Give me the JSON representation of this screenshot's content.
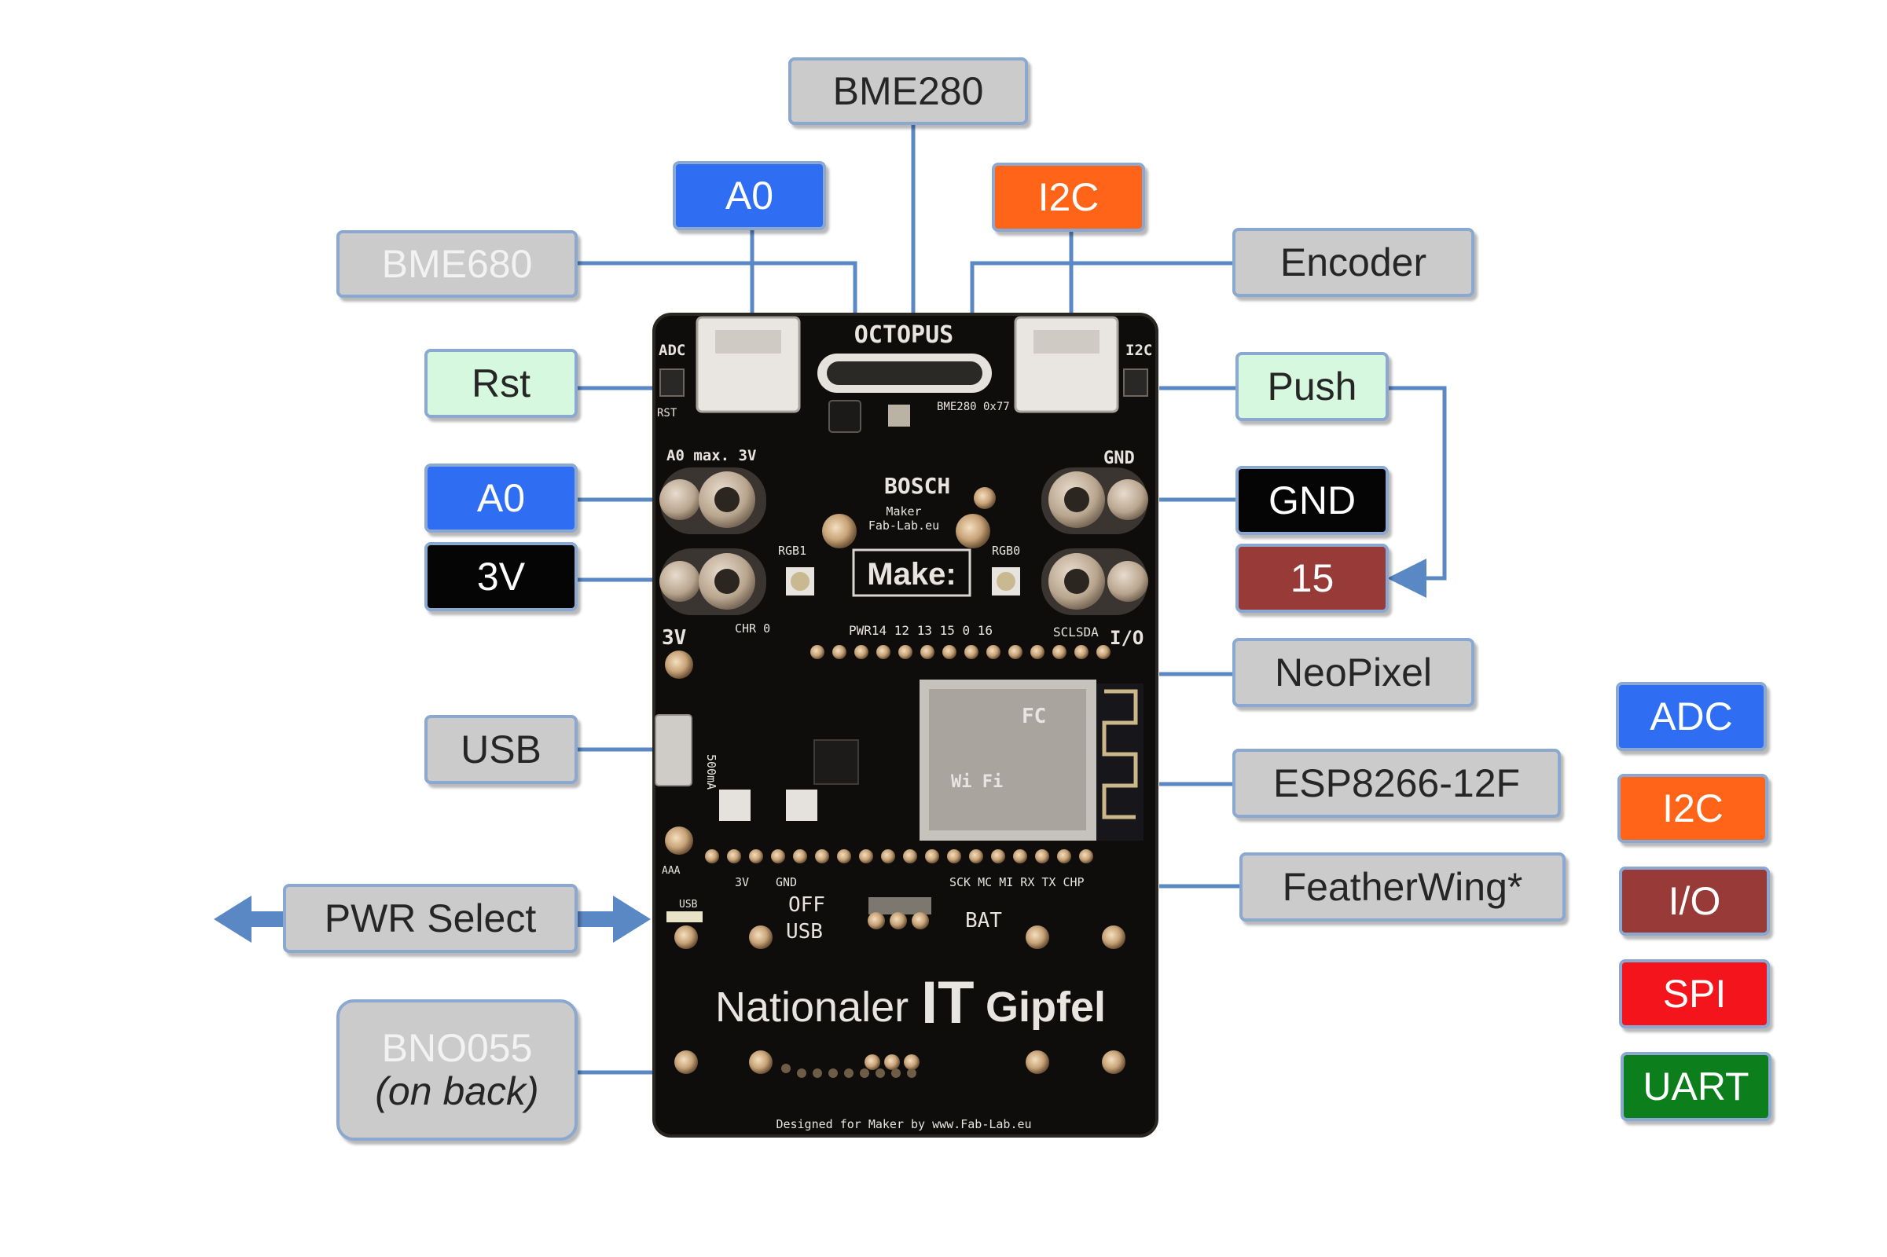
{
  "colors": {
    "adc": "#2f6df2",
    "i2c": "#ff6418",
    "io": "#983a37",
    "spi": "#f4141b",
    "uart": "#0c7e1c",
    "black": "#050505",
    "grey": "#cbcbcb",
    "mint": "#d6f8de",
    "line": "#5a88c4"
  },
  "labels": {
    "bme280": "BME280",
    "a0_top": "A0",
    "i2c_top": "I2C",
    "bme680": "BME680",
    "encoder": "Encoder",
    "rst": "Rst",
    "push": "Push",
    "a0_left": "A0",
    "gnd": "GND",
    "v3": "3V",
    "pin15": "15",
    "neopixel": "NeoPixel",
    "usb": "USB",
    "esp": "ESP8266-12F",
    "pwr": "PWR Select",
    "featherwing": "FeatherWing*",
    "bno_line1": "BNO055",
    "bno_line2": "(on back)"
  },
  "legend": [
    {
      "label": "ADC",
      "color": "adc"
    },
    {
      "label": "I2C",
      "color": "i2c"
    },
    {
      "label": "I/O",
      "color": "io"
    },
    {
      "label": "SPI",
      "color": "spi"
    },
    {
      "label": "UART",
      "color": "uart"
    }
  ],
  "board": {
    "title": "OCTOPUS",
    "brand": "BOSCH",
    "maker_line1": "Maker",
    "maker_line2": "Fab-Lab.eu",
    "make": "Make:",
    "adc_tag": "ADC",
    "i2c_tag": "I2C",
    "rst_tag": "RST",
    "a0_max": "A0 max. 3V",
    "gnd_tag": "GND",
    "v3_tag": "3V",
    "io_tag": "I/O",
    "rgb1": "RGB1",
    "rgb0": "RGB0",
    "chr": "CHR 0",
    "pin_row": "PWR14 12 13 15 0 16",
    "scl_sda": "SCLSDA",
    "bme_tag": "BME280 0x77",
    "ma": "500mA",
    "off": "OFF",
    "usb_sw": "USB",
    "bat": "BAT",
    "bottom_pins": "SCK MC MI RX TX CHP",
    "gnd_small": "GND",
    "v3_small": "3V",
    "aaa": "AAA",
    "usb_small": "USB",
    "nationaler": "Nationaler",
    "it": "IT",
    "gipfel": "Gipfel",
    "designed": "Designed for Maker by www.Fab-Lab.eu",
    "wifi": "Wi Fi",
    "fc": "FC"
  }
}
